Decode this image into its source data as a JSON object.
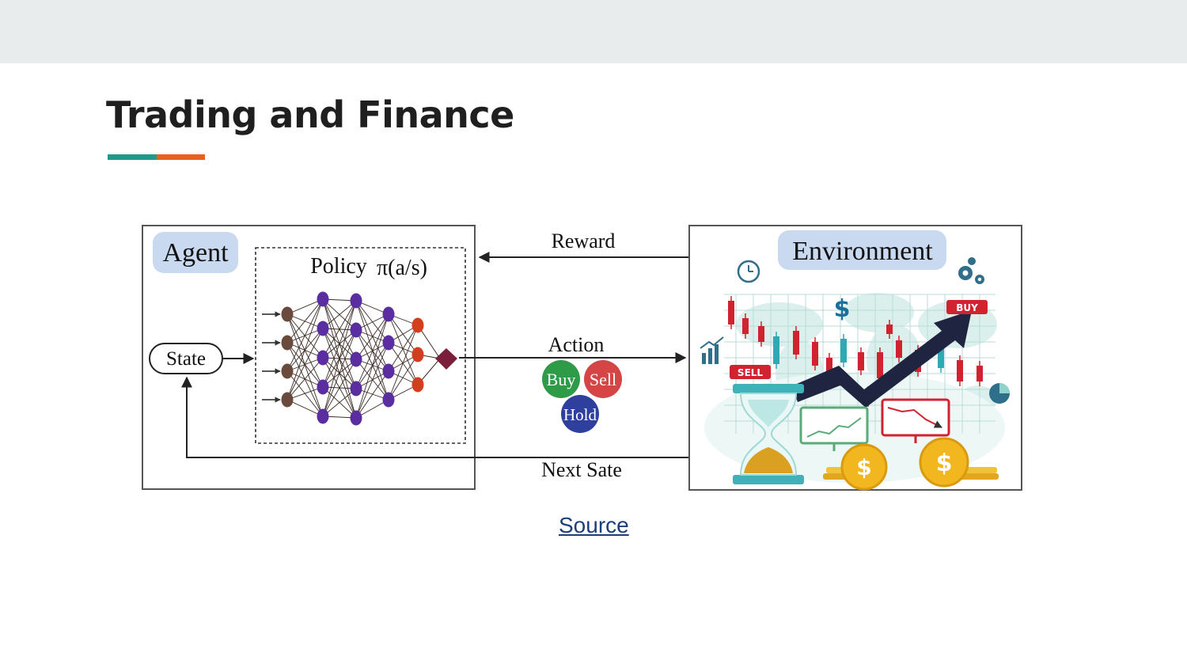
{
  "slide": {
    "title": "Trading and Finance",
    "source_label": "Source"
  },
  "colors": {
    "title": "#1f1f1f",
    "accent_teal": "#1e9a8a",
    "accent_orange": "#e8601c",
    "link": "#1c3f7a",
    "agent_badge": "#c9d9f0",
    "input_node": "#6b4a3e",
    "hidden_node": "#5a2ea0",
    "output_node": "#d23f1f",
    "policy_output": "#7a1e3c",
    "buy": "#2e9b48",
    "sell": "#d64545",
    "hold": "#2f3f9e"
  },
  "diagram": {
    "agent_label": "Agent",
    "policy_label": "Policy",
    "policy_formula": "π(a/s)",
    "state_label": "State",
    "reward_label": "Reward",
    "action_label": "Action",
    "next_state_label": "Next Sate",
    "buy_label": "Buy",
    "sell_label": "Sell",
    "hold_label": "Hold",
    "environment_label": "Environment",
    "buy_tag": "BUY",
    "sell_tag": "SELL",
    "dollar_sign": "$"
  },
  "icons": [
    "clock-icon",
    "gears-icon",
    "bar-chart-icon",
    "pie-chart-icon",
    "hourglass-icon",
    "coin-icon",
    "world-map-icon"
  ]
}
